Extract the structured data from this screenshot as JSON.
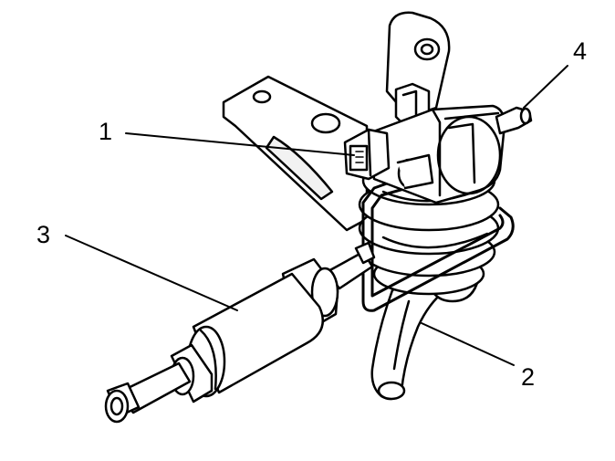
{
  "callouts": {
    "c1": "1",
    "c2": "2",
    "c3": "3",
    "c4": "4"
  },
  "colors": {
    "stroke": "#000000",
    "fill": "#ffffff",
    "shade": "#e6e6e6"
  }
}
